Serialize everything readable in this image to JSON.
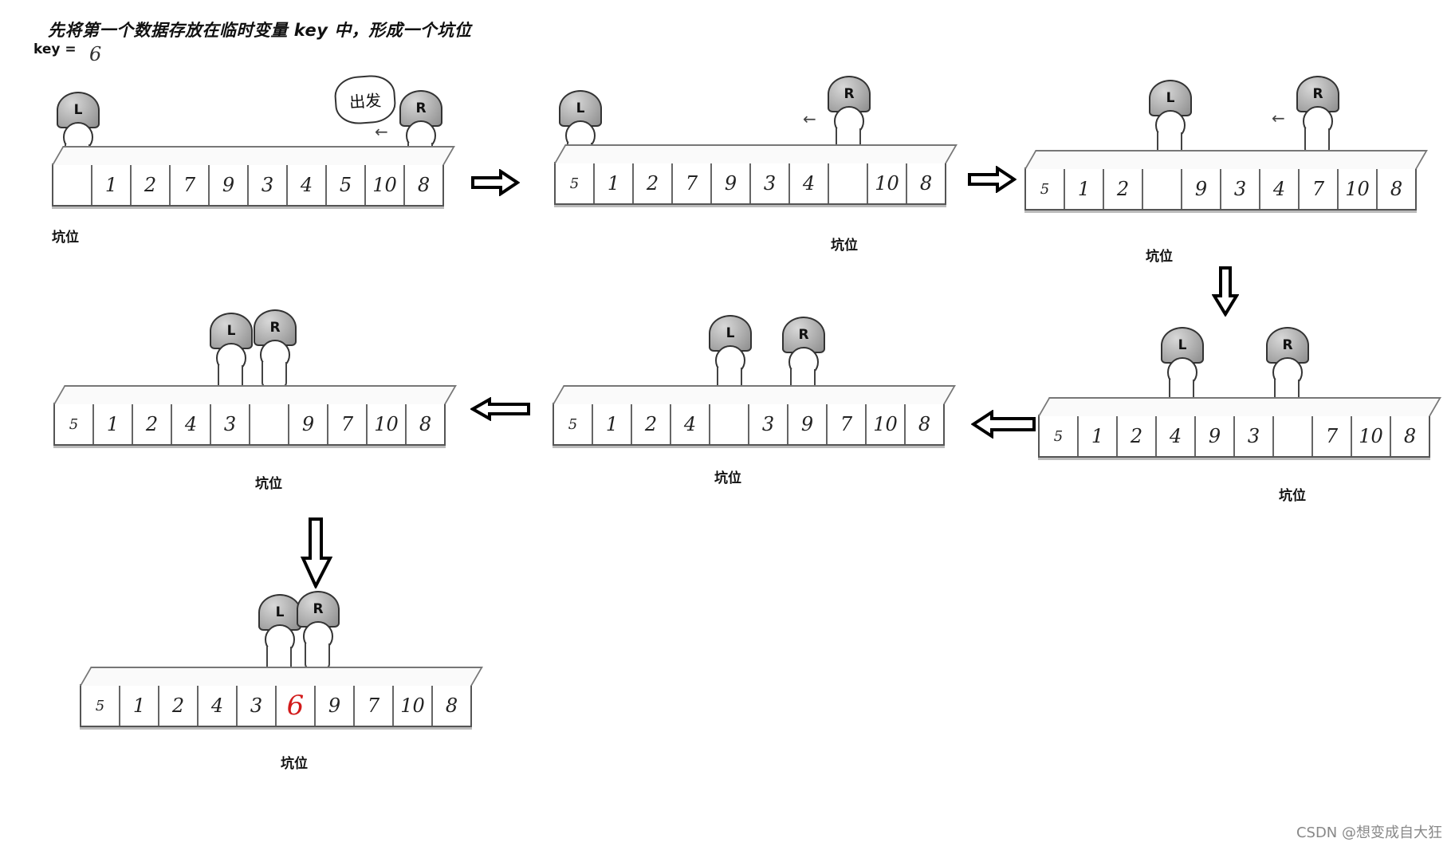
{
  "title": "先将第一个数据存放在临时变量 key 中，形成一个坑位",
  "key_label": "key =",
  "key_value": "6",
  "pit_label": "坑位",
  "start_bubble": "出发",
  "pointer_left": "L",
  "pointer_right": "R",
  "watermark": "CSDN @想变成自大狂",
  "steps": [
    {
      "cells": [
        "",
        "1",
        "2",
        "7",
        "9",
        "3",
        "4",
        "5",
        "10",
        "8"
      ]
    },
    {
      "cells": [
        "5",
        "1",
        "2",
        "7",
        "9",
        "3",
        "4",
        "",
        "10",
        "8"
      ]
    },
    {
      "cells": [
        "5",
        "1",
        "2",
        "",
        "9",
        "3",
        "4",
        "7",
        "10",
        "8"
      ]
    },
    {
      "cells": [
        "5",
        "1",
        "2",
        "4",
        "9",
        "3",
        "",
        "7",
        "10",
        "8"
      ]
    },
    {
      "cells": [
        "5",
        "1",
        "2",
        "4",
        "",
        "3",
        "9",
        "7",
        "10",
        "8"
      ]
    },
    {
      "cells": [
        "5",
        "1",
        "2",
        "4",
        "3",
        "",
        "9",
        "7",
        "10",
        "8"
      ]
    },
    {
      "cells": [
        "5",
        "1",
        "2",
        "4",
        "3",
        "6",
        "9",
        "7",
        "10",
        "8"
      ]
    }
  ]
}
